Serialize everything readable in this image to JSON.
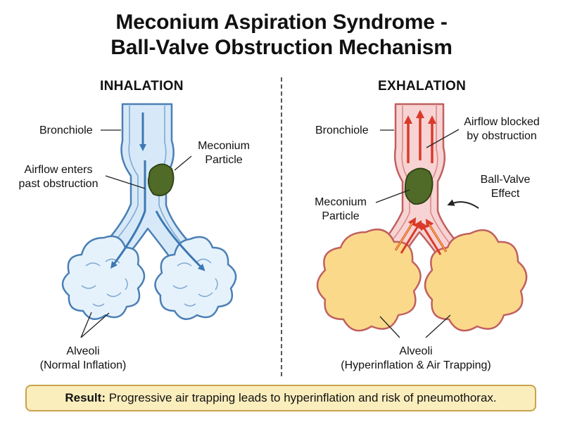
{
  "title": {
    "line1": "Meconium Aspiration Syndrome -",
    "line2": "Ball-Valve Obstruction Mechanism"
  },
  "left_panel": {
    "heading": "INHALATION",
    "bronchiole": "Bronchiole",
    "airflow_line1": "Airflow enters",
    "airflow_line2": "past obstruction",
    "particle_line1": "Meconium",
    "particle_line2": "Particle",
    "alveoli_line1": "Alveoli",
    "alveoli_line2": "(Normal Inflation)"
  },
  "right_panel": {
    "heading": "EXHALATION",
    "bronchiole": "Bronchiole",
    "blocked_line1": "Airflow blocked",
    "blocked_line2": "by obstruction",
    "valve_line1": "Ball-Valve",
    "valve_line2": "Effect",
    "particle_line1": "Meconium",
    "particle_line2": "Particle",
    "alveoli_line1": "Alveoli",
    "alveoli_line2": "(Hyperinflation & Air Trapping)"
  },
  "result": {
    "label": "Result:",
    "text": " Progressive air trapping leads to hyperinflation and risk of pneumothorax."
  },
  "colors": {
    "airway_blue_fill": "#d7e9f8",
    "airway_blue_stroke": "#4a7fb5",
    "airway_red_fill": "#f8d3d3",
    "airway_red_stroke": "#c06060",
    "alveoli_yellow": "#fbd98a",
    "meconium_green": "#4f6b27",
    "arrow_red": "#d93a2b",
    "result_bg": "#fbeebd",
    "result_border": "#c9a24a"
  }
}
